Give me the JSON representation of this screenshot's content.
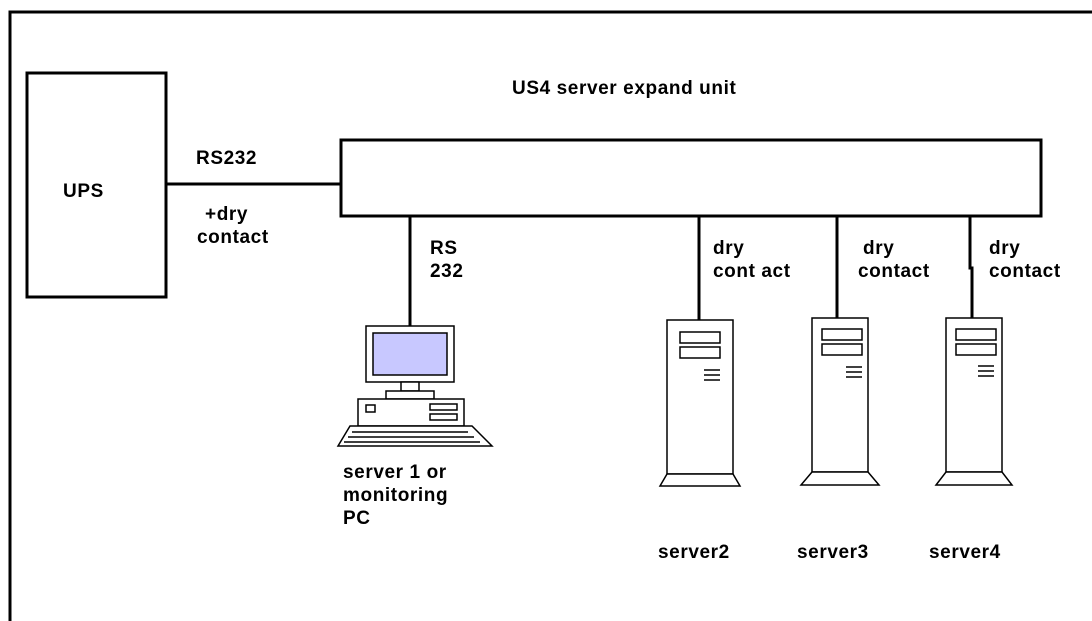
{
  "diagram": {
    "ups_label": "UPS",
    "expand_unit_label": "US4 server expand unit",
    "ups_link_top": "RS232",
    "ups_link_bottom": [
      "+dry",
      "contact"
    ],
    "pc_link": [
      "RS",
      "232"
    ],
    "server2_link": [
      "dry",
      "cont act"
    ],
    "server3_link": [
      "dry",
      "contact"
    ],
    "server4_link": [
      "dry",
      "contact"
    ],
    "pc_caption": [
      "server 1 or",
      "monitoring",
      "PC"
    ],
    "server2_caption": "server2",
    "server3_caption": "server3",
    "server4_caption": "server4",
    "colors": {
      "line": "#000000",
      "pc_screen": "#c8c8ff",
      "background": "#ffffff"
    }
  }
}
